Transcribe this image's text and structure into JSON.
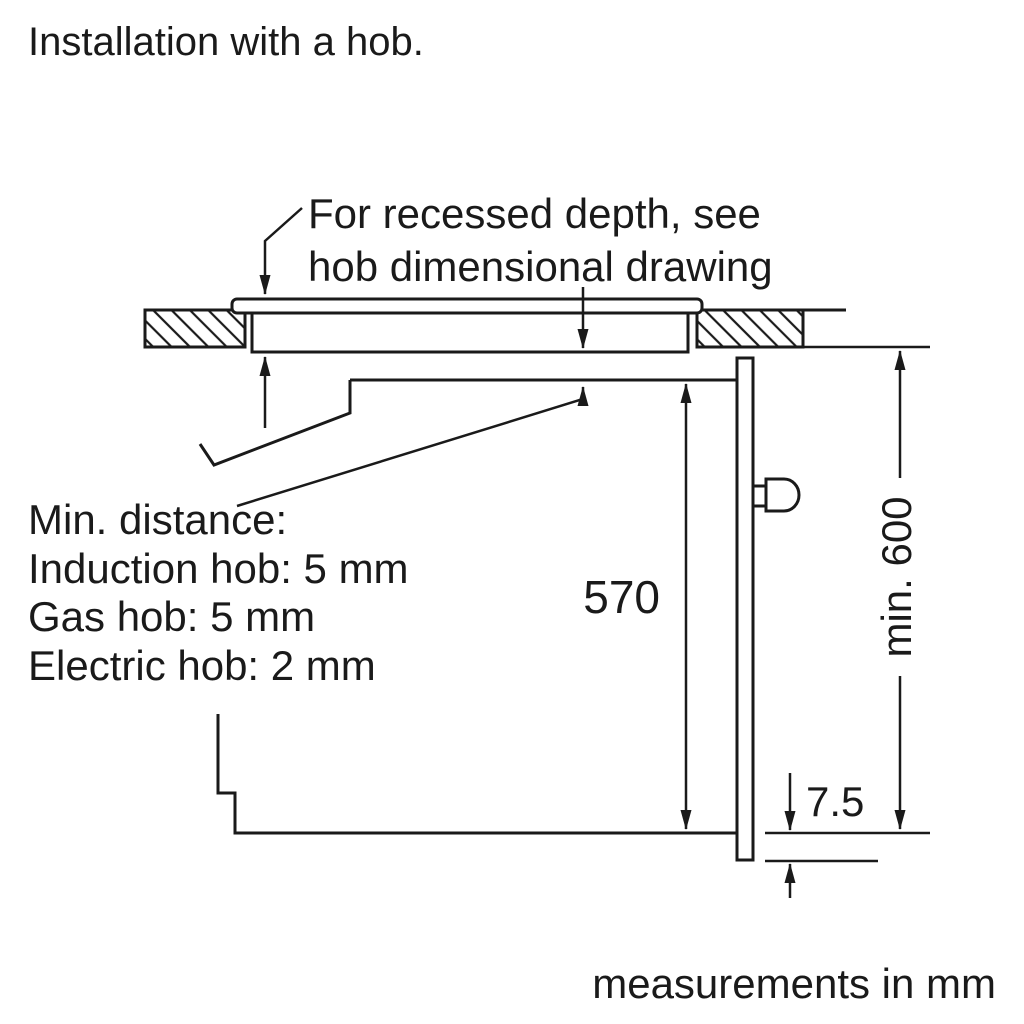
{
  "title": "Installation with a hob.",
  "note": {
    "line1": "For recessed depth, see",
    "line2": "hob dimensional drawing"
  },
  "min_distance": {
    "heading": "Min. distance:",
    "induction": "Induction hob: 5 mm",
    "gas": "Gas hob: 5 mm",
    "electric": "Electric hob: 2 mm"
  },
  "dimensions": {
    "oven_height": "570",
    "niche_height": "min. 600",
    "door_overhang": "7.5"
  },
  "footer": "measurements in mm",
  "colors": {
    "line": "#1a1a1a",
    "background": "#ffffff"
  }
}
